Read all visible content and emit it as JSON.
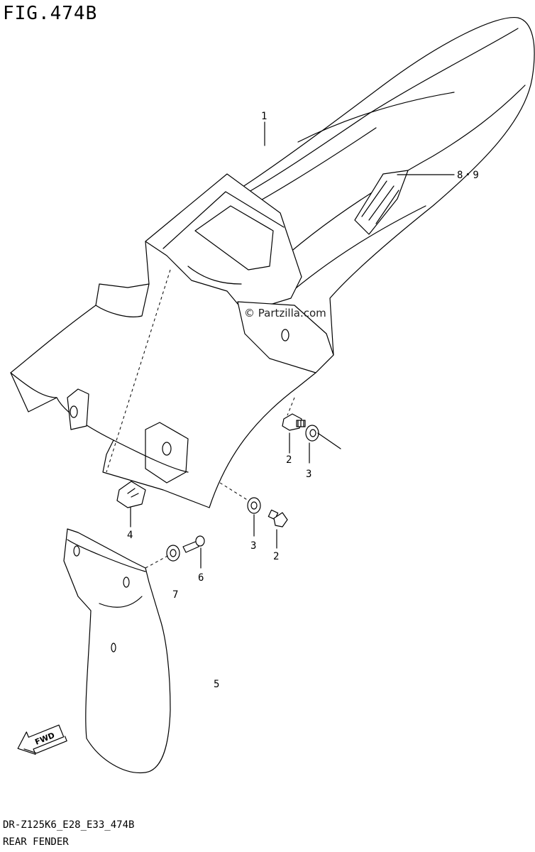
{
  "title": "FIG.474B",
  "footer": {
    "code": "DR-Z125K6_E28_E33_474B",
    "name": "REAR FENDER"
  },
  "watermark": "© Partzilla.com",
  "fwd_label": "FWD",
  "callouts": {
    "c1": "1",
    "c89": "8・9",
    "c2a": "2",
    "c3a": "3",
    "c4": "4",
    "c3b": "3",
    "c2b": "2",
    "c6": "6",
    "c7": "7",
    "c5": "5"
  }
}
